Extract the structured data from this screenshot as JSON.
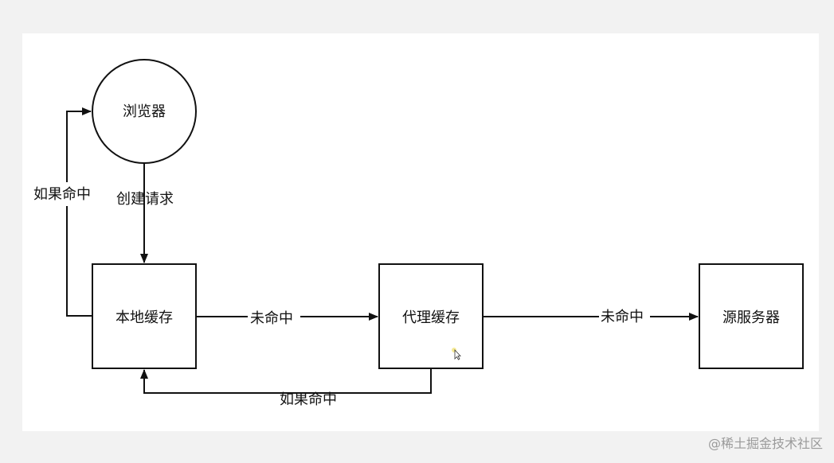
{
  "nodes": {
    "browser": "浏览器",
    "local_cache": "本地缓存",
    "proxy_cache": "代理缓存",
    "origin_server": "源服务器"
  },
  "edges": {
    "create_request": "创建请求",
    "local_hit": "如果命中",
    "local_miss": "未命中",
    "proxy_miss": "未命中",
    "proxy_hit": "如果命中"
  },
  "watermark": "@稀土掘金技术社区"
}
